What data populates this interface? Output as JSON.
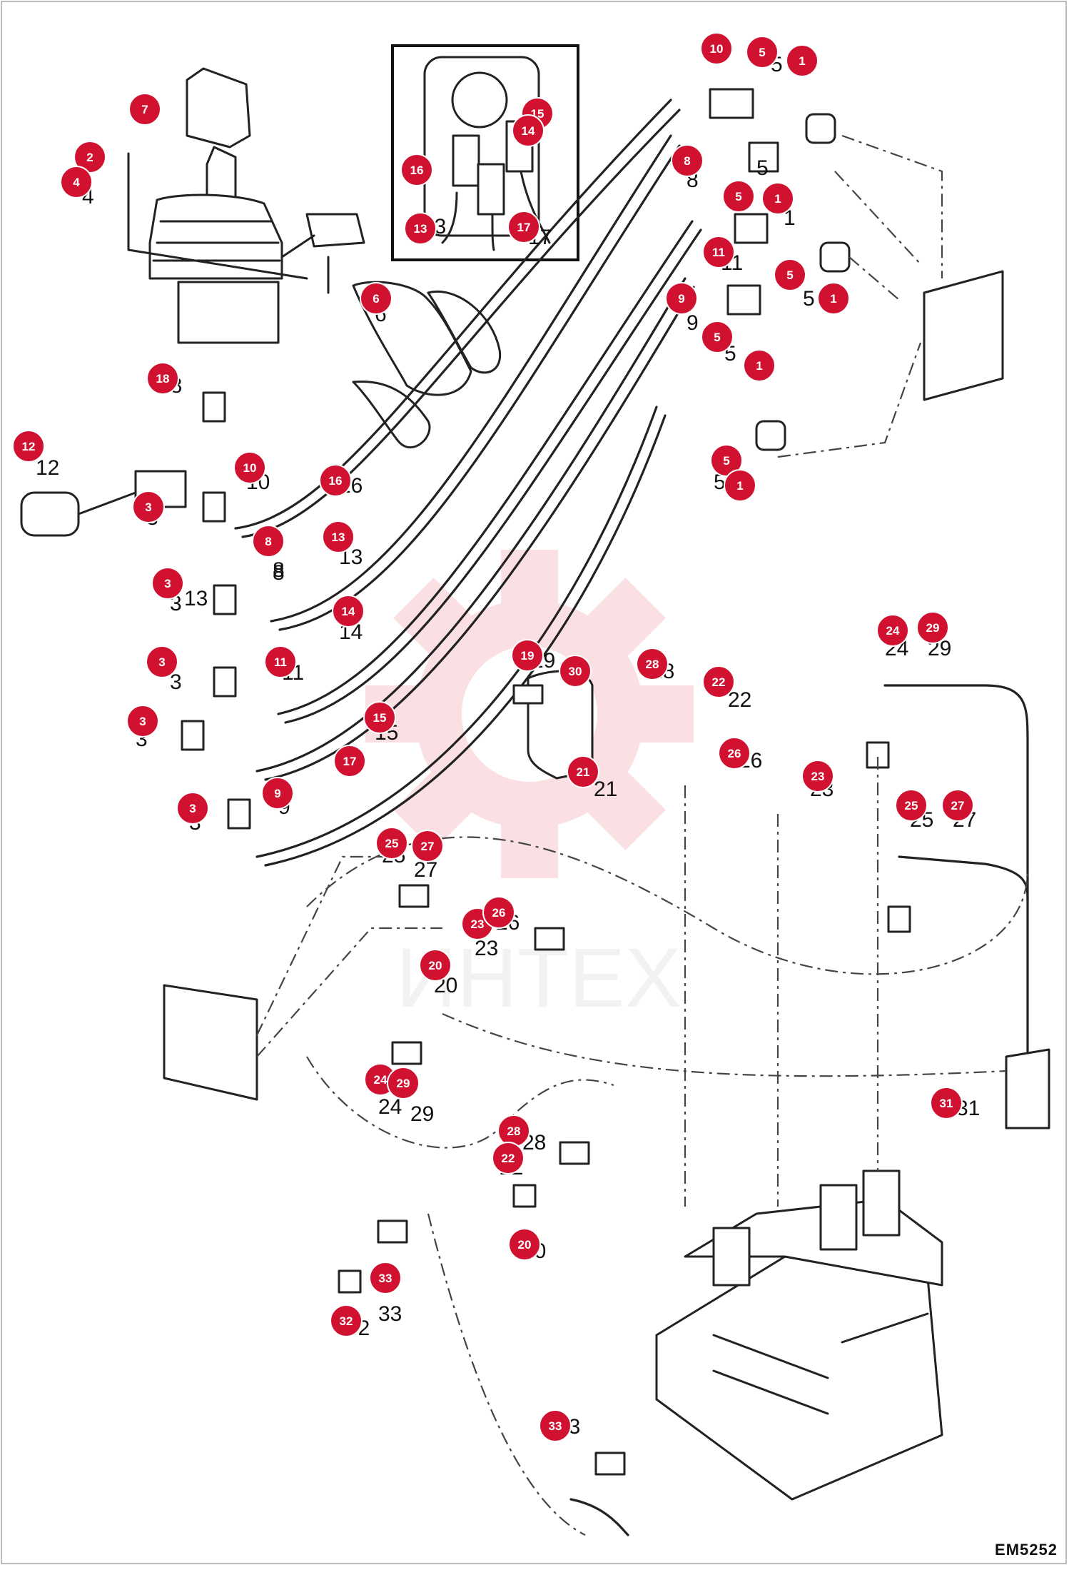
{
  "drawing_code": "EM5252",
  "watermark_text": "ИНТЕХ",
  "accent_color": "#d01230",
  "callouts": [
    {
      "n": "7"
    },
    {
      "n": "2"
    },
    {
      "n": "4"
    },
    {
      "n": "18"
    },
    {
      "n": "12"
    },
    {
      "n": "3"
    },
    {
      "n": "10"
    },
    {
      "n": "8"
    },
    {
      "n": "16"
    },
    {
      "n": "13"
    },
    {
      "n": "3"
    },
    {
      "n": "14"
    },
    {
      "n": "3"
    },
    {
      "n": "11"
    },
    {
      "n": "15"
    },
    {
      "n": "3"
    },
    {
      "n": "17"
    },
    {
      "n": "9"
    },
    {
      "n": "3"
    },
    {
      "n": "6"
    },
    {
      "n": "16"
    },
    {
      "n": "13"
    },
    {
      "n": "15"
    },
    {
      "n": "14"
    },
    {
      "n": "17"
    },
    {
      "n": "10"
    },
    {
      "n": "5"
    },
    {
      "n": "1"
    },
    {
      "n": "8"
    },
    {
      "n": "5"
    },
    {
      "n": "1"
    },
    {
      "n": "11"
    },
    {
      "n": "5"
    },
    {
      "n": "1"
    },
    {
      "n": "9"
    },
    {
      "n": "5"
    },
    {
      "n": "1"
    },
    {
      "n": "5"
    },
    {
      "n": "1"
    },
    {
      "n": "19"
    },
    {
      "n": "30"
    },
    {
      "n": "21"
    },
    {
      "n": "28"
    },
    {
      "n": "22"
    },
    {
      "n": "26"
    },
    {
      "n": "23"
    },
    {
      "n": "24"
    },
    {
      "n": "29"
    },
    {
      "n": "25"
    },
    {
      "n": "27"
    },
    {
      "n": "25"
    },
    {
      "n": "27"
    },
    {
      "n": "23"
    },
    {
      "n": "26"
    },
    {
      "n": "20"
    },
    {
      "n": "24"
    },
    {
      "n": "29"
    },
    {
      "n": "31"
    },
    {
      "n": "28"
    },
    {
      "n": "22"
    },
    {
      "n": "20"
    },
    {
      "n": "33"
    },
    {
      "n": "32"
    },
    {
      "n": "33"
    }
  ],
  "part_labels": [
    {
      "t": "4"
    },
    {
      "t": "12"
    },
    {
      "t": "3"
    },
    {
      "t": "10"
    },
    {
      "t": "16"
    },
    {
      "t": "13"
    },
    {
      "t": "8"
    },
    {
      "t": "13"
    },
    {
      "t": "3"
    },
    {
      "t": "8"
    },
    {
      "t": "14"
    },
    {
      "t": "3"
    },
    {
      "t": "11"
    },
    {
      "t": "15"
    },
    {
      "t": "3"
    },
    {
      "t": "17"
    },
    {
      "t": "9"
    },
    {
      "t": "3"
    },
    {
      "t": "18"
    },
    {
      "t": "6"
    },
    {
      "t": "16"
    },
    {
      "t": "13"
    },
    {
      "t": "17"
    },
    {
      "t": "5"
    },
    {
      "t": "8"
    },
    {
      "t": "5"
    },
    {
      "t": "1"
    },
    {
      "t": "11"
    },
    {
      "t": "5"
    },
    {
      "t": "9"
    },
    {
      "t": "5"
    },
    {
      "t": "5"
    },
    {
      "t": "19"
    },
    {
      "t": "21"
    },
    {
      "t": "28"
    },
    {
      "t": "22"
    },
    {
      "t": "26"
    },
    {
      "t": "23"
    },
    {
      "t": "24"
    },
    {
      "t": "29"
    },
    {
      "t": "25"
    },
    {
      "t": "27"
    },
    {
      "t": "25"
    },
    {
      "t": "27"
    },
    {
      "t": "26"
    },
    {
      "t": "23"
    },
    {
      "t": "20"
    },
    {
      "t": "24"
    },
    {
      "t": "29"
    },
    {
      "t": "31"
    },
    {
      "t": "28"
    },
    {
      "t": "22"
    },
    {
      "t": "20"
    },
    {
      "t": "33"
    },
    {
      "t": "32"
    },
    {
      "t": "33"
    }
  ]
}
